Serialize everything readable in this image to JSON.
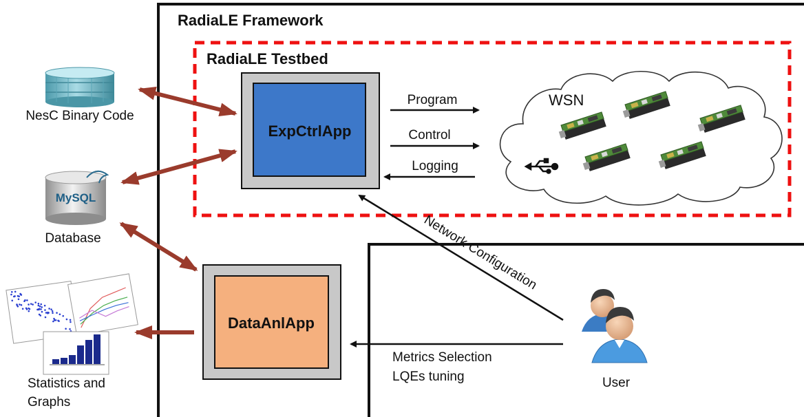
{
  "framework": {
    "title": "RadiaLE Framework"
  },
  "testbed": {
    "title": "RadiaLE Testbed"
  },
  "apps": {
    "expctrl": "ExpCtrlApp",
    "dataanl": "DataAnlApp"
  },
  "arrows": {
    "program": "Program",
    "control": "Control",
    "logging": "Logging",
    "network_config": "Network Configuration",
    "metrics_line1": "Metrics Selection",
    "metrics_line2": "LQEs tuning"
  },
  "wsn": {
    "label": "WSN",
    "mote_count": 5
  },
  "left": {
    "nesc": "NesC Binary Code",
    "mysql_logo": "MySQL",
    "database": "Database",
    "stats_line1": "Statistics and",
    "stats_line2": "Graphs"
  },
  "user": {
    "label": "User"
  },
  "colors": {
    "expctrl_fill": "#3d78c9",
    "dataanl_fill": "#f5b07e",
    "frame_gray": "#c8c8c8",
    "testbed_border": "#ee1111",
    "double_arrow": "#9a3b2c",
    "cyl_teal": "#6fb7c6",
    "bar_blue": "#1b2a8c"
  }
}
